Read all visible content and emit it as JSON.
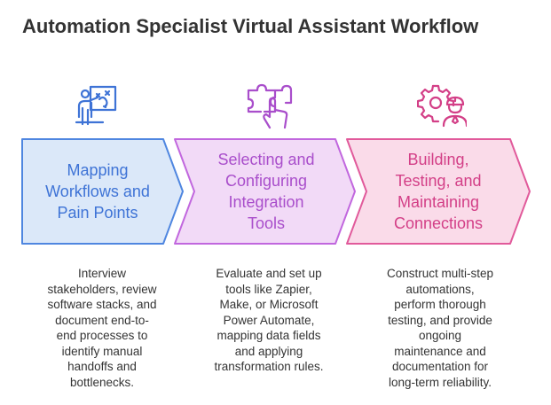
{
  "title": "Automation Specialist Virtual Assistant Workflow",
  "colors": {
    "blue_fill": "#dbe8f9",
    "blue_stroke": "#4f86e0",
    "blue_text": "#3e73d6",
    "purple_fill": "#f2daf7",
    "purple_stroke": "#c167de",
    "purple_text": "#a94ecb",
    "pink_fill": "#fadbe9",
    "pink_stroke": "#e15a9b",
    "pink_text": "#d33f87",
    "icon_blue": "#3e73d6",
    "icon_purple": "#a94ecb",
    "icon_pink": "#d33f87",
    "description": "#333333"
  },
  "steps": [
    {
      "icon": "presenter-board-icon",
      "label_lines": [
        "Mapping",
        "Workflows and",
        "Pain Points"
      ],
      "description_lines": [
        "Interview",
        "stakeholders, review",
        "software stacks, and",
        "document end-to-",
        "end processes to",
        "identify manual",
        "handoffs and",
        "bottlenecks."
      ]
    },
    {
      "icon": "puzzle-hand-icon",
      "label_lines": [
        "Selecting and",
        "Configuring",
        "Integration",
        "Tools"
      ],
      "description_lines": [
        "Evaluate and set up",
        "tools like Zapier,",
        "Make, or Microsoft",
        "Power Automate,",
        "mapping data fields",
        "and applying",
        "transformation rules."
      ]
    },
    {
      "icon": "gear-engineer-icon",
      "label_lines": [
        "Building,",
        "Testing, and",
        "Maintaining",
        "Connections"
      ],
      "description_lines": [
        "Construct multi-step",
        "automations,",
        "perform thorough",
        "testing, and provide",
        "ongoing",
        "maintenance and",
        "documentation for",
        "long-term reliability."
      ]
    }
  ]
}
